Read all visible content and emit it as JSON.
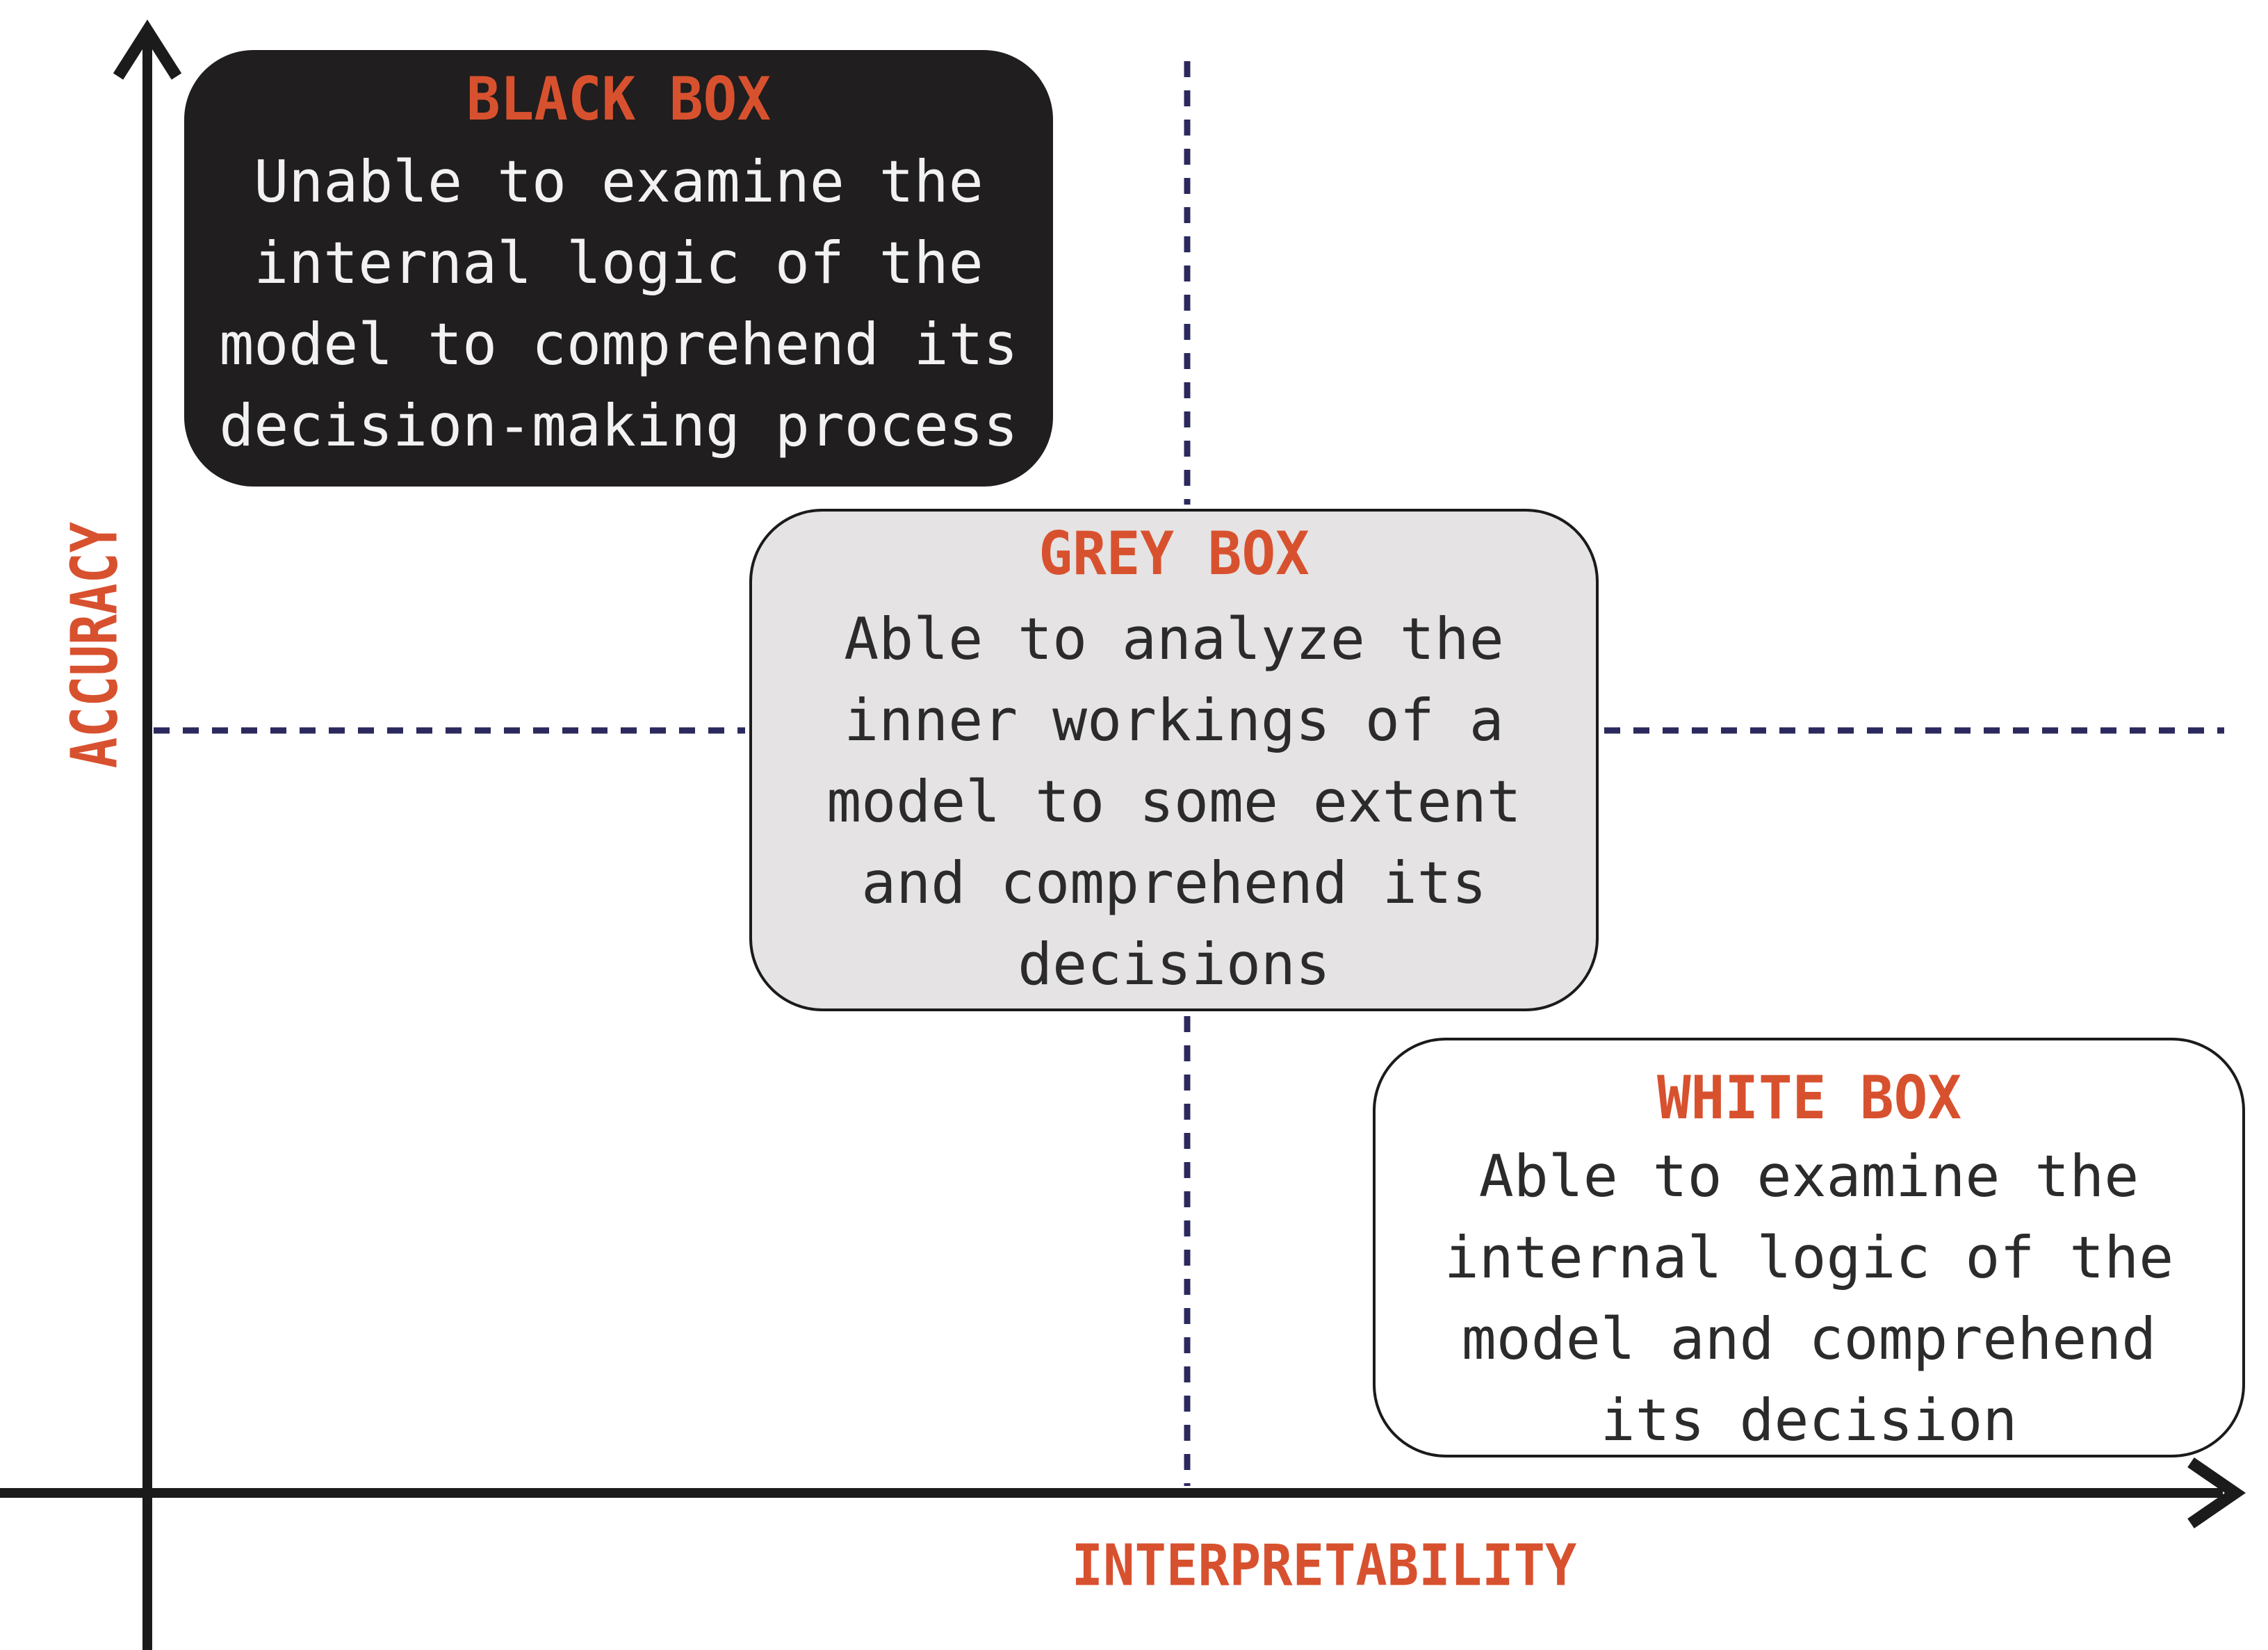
{
  "palette": {
    "accent": "#d8512f",
    "navy": "#2b295d",
    "axis": "#1c1b1b",
    "black_box_bg": "#201e1e",
    "black_box_text": "#f2f2f2",
    "grey_box_bg": "#e5e3e3",
    "white_box_bg": "#ffffff",
    "box_border": "#1c1b1b",
    "dark_text": "#2b2b2b",
    "canvas_bg": "#ffffff"
  },
  "axes": {
    "y_label": "ACCURACY",
    "x_label": "INTERPRETABILITY"
  },
  "boxes": {
    "black": {
      "title": "BLACK BOX",
      "body": "Unable to examine the\ninternal logic of the\nmodel to comprehend its\ndecision-making process"
    },
    "grey": {
      "title": "GREY BOX",
      "body": "Able to analyze the\ninner workings of a\nmodel to some extent\nand comprehend its\ndecisions"
    },
    "white": {
      "title": "WHITE BOX",
      "body": "Able to examine the\ninternal logic of the\nmodel and comprehend\nits decision"
    }
  }
}
